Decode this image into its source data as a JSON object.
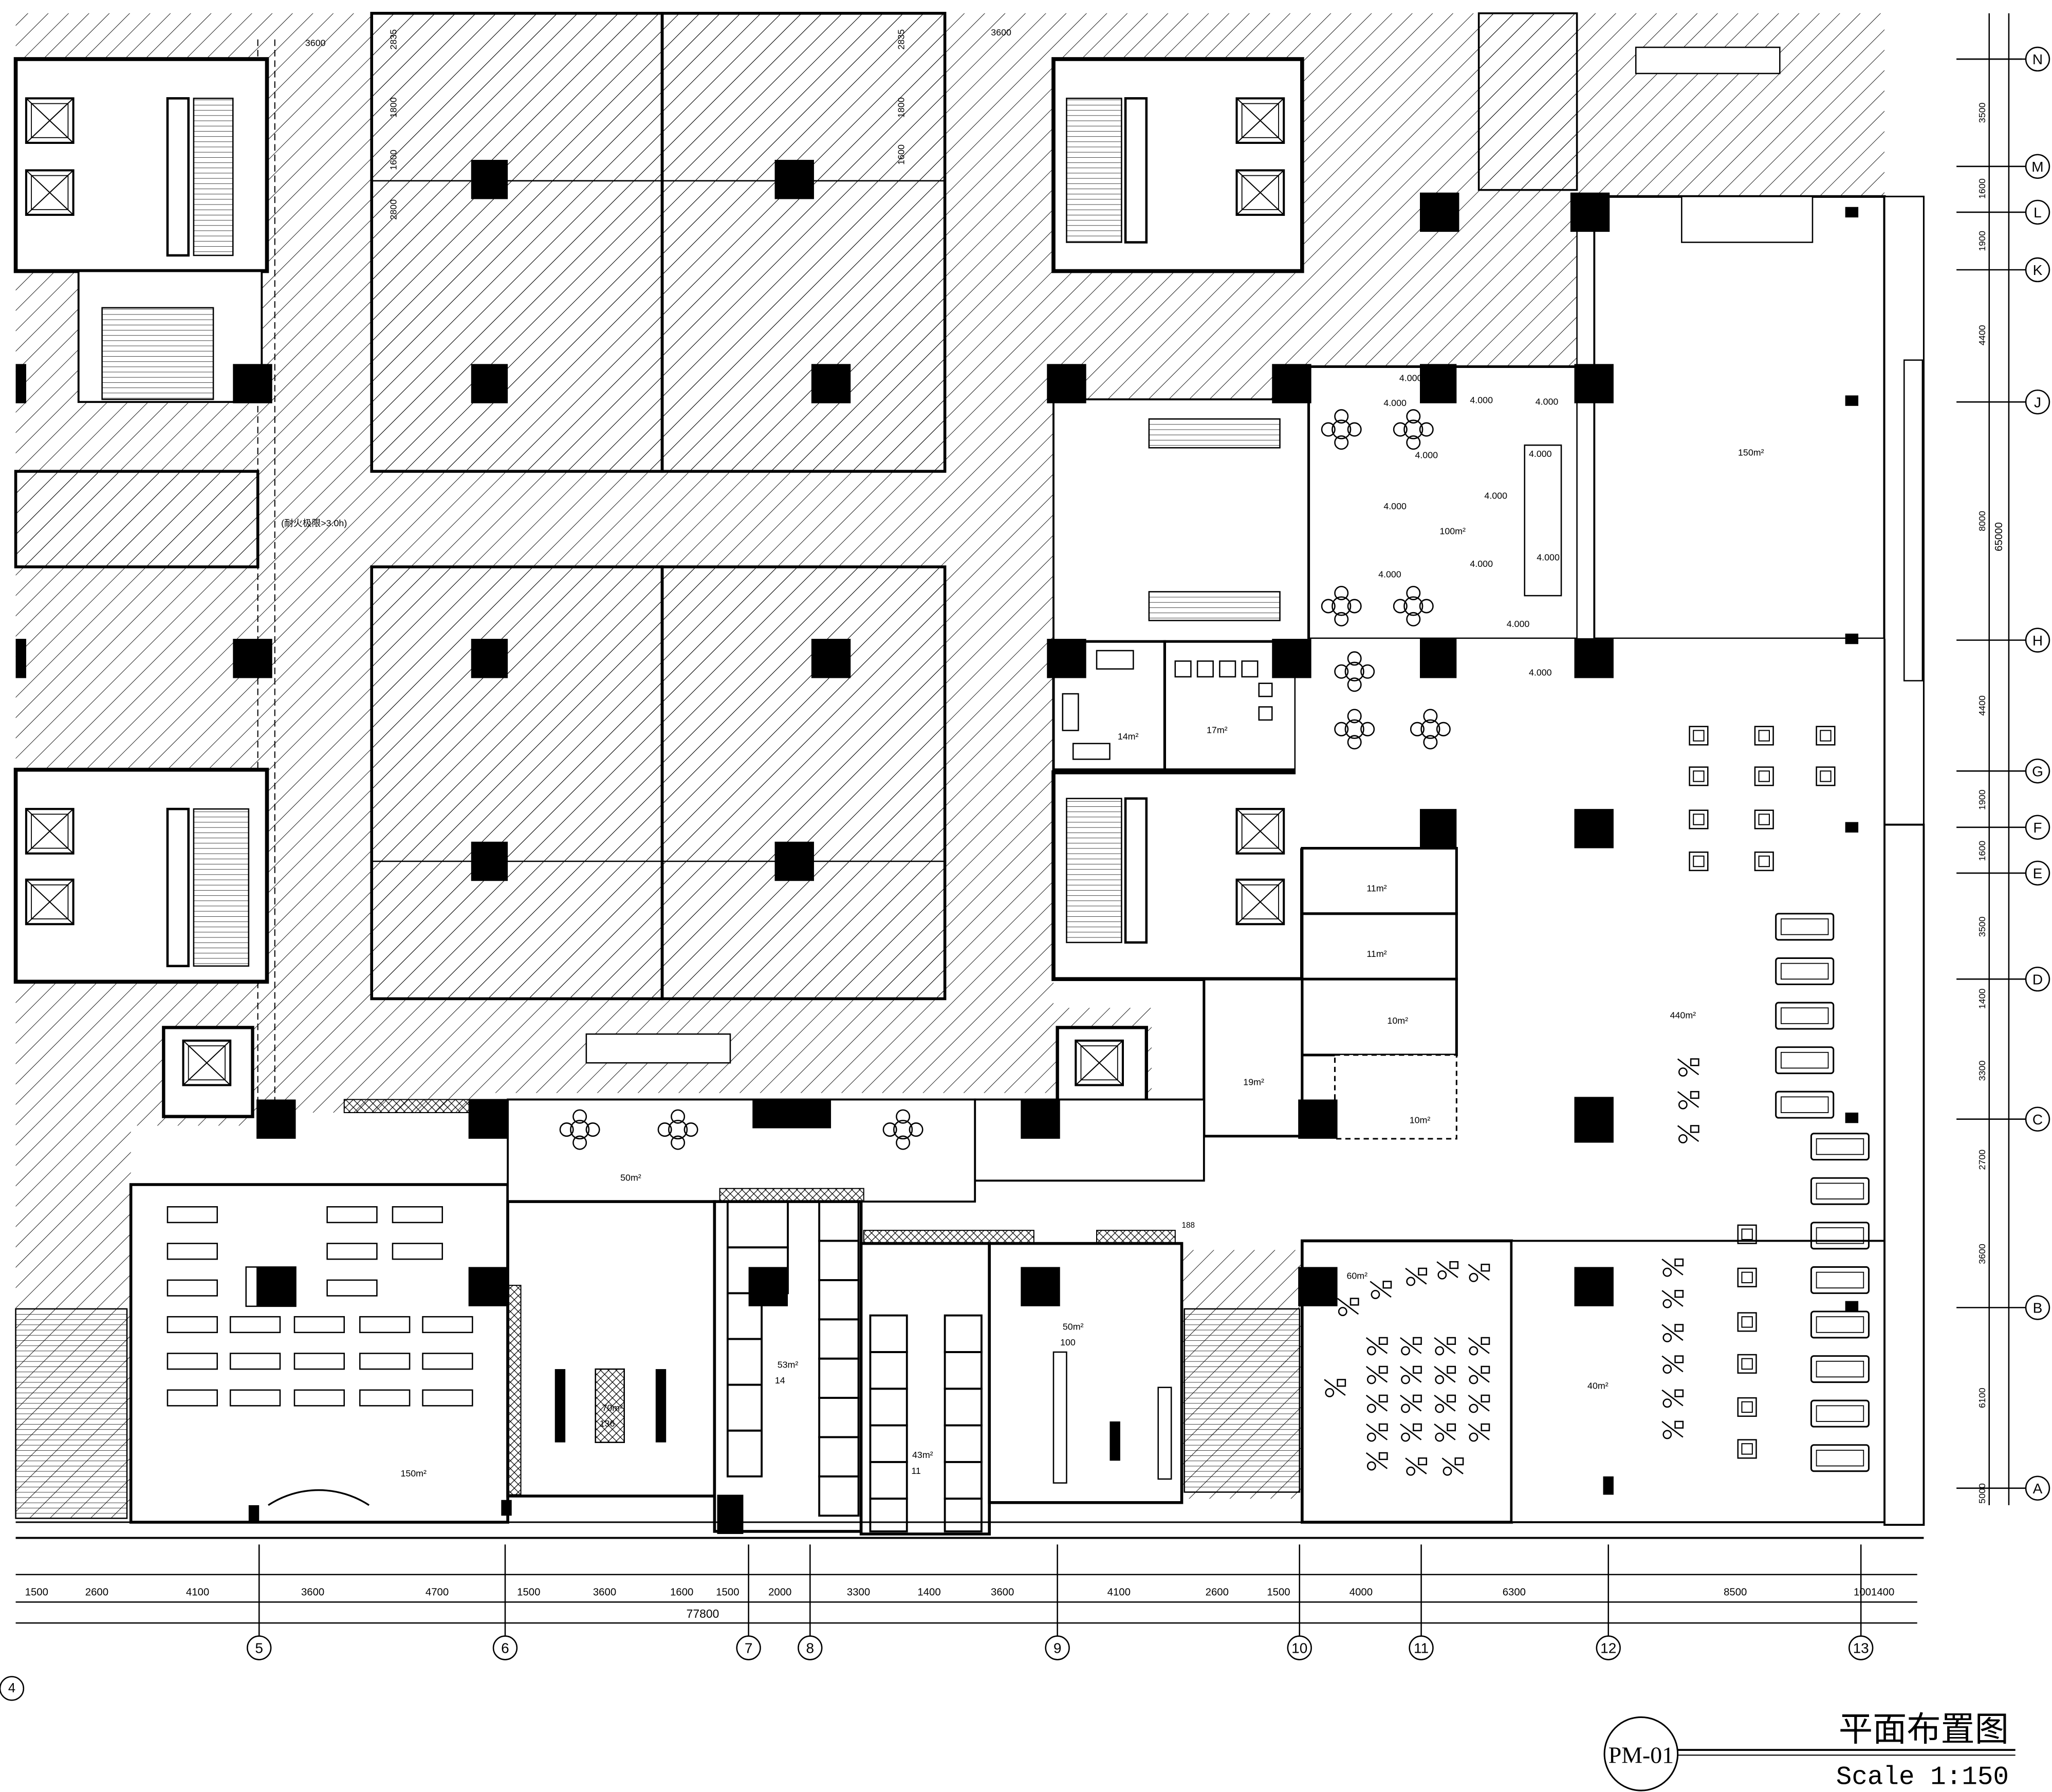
{
  "drawing": {
    "title": "平面布置图",
    "scale": "Scale 1:150",
    "sheet_number": "PM-01",
    "overall_dimension": "77800",
    "vertical_overall_dimension": "65000",
    "partial_column_label": "4"
  },
  "grid_rows": [
    "N",
    "M",
    "L",
    "K",
    "J",
    "H",
    "G",
    "F",
    "E",
    "D",
    "C",
    "B",
    "A"
  ],
  "row_spacings": [
    "3500",
    "1600",
    "1900",
    "4400",
    "8000",
    "4400",
    "1900",
    "1600",
    "3500",
    "1400",
    "3300",
    "2700",
    "3600",
    "6100",
    "5000"
  ],
  "grid_cols": [
    "5",
    "6",
    "7",
    "8",
    "9",
    "10",
    "11",
    "12",
    "13"
  ],
  "bottom_dimensions": [
    "1500",
    "2600",
    "4100",
    "3600",
    "4700",
    "1500",
    "3600",
    "1600",
    "1500",
    "2000",
    "3300",
    "1400",
    "3600",
    "4100",
    "2600",
    "1500",
    "4000",
    "6300",
    "8500",
    "1001400"
  ],
  "top_dimensions": [
    "3600",
    "3600",
    "2835",
    "1800",
    "1600",
    "2800",
    "2835",
    "1800",
    "1600"
  ],
  "fire_note": "(耐火极限>3.0h)",
  "rooms": [
    {
      "area": "150m²",
      "capacity": ""
    },
    {
      "area": "100m²",
      "capacity": ""
    },
    {
      "area": "14m²",
      "capacity": ""
    },
    {
      "area": "17m²",
      "capacity": ""
    },
    {
      "area": "11m²",
      "capacity": ""
    },
    {
      "area": "11m²",
      "capacity": ""
    },
    {
      "area": "10m²",
      "capacity": ""
    },
    {
      "area": "19m²",
      "capacity": ""
    },
    {
      "area": "10m²",
      "capacity": ""
    },
    {
      "area": "440m²",
      "capacity": ""
    },
    {
      "area": "50m²",
      "capacity": ""
    },
    {
      "area": "150m²",
      "capacity": ""
    },
    {
      "area": "70m²",
      "capacity": "136"
    },
    {
      "area": "53m²",
      "capacity": "14"
    },
    {
      "area": "43m²",
      "capacity": "11"
    },
    {
      "area": "50m²",
      "capacity": "100"
    },
    {
      "area": "60m²",
      "capacity": ""
    },
    {
      "area": "40m²",
      "capacity": ""
    }
  ],
  "level_marks": [
    "4.000",
    "4.000",
    "4.000",
    "4.000",
    "4.000",
    "4.000",
    "4.000",
    "4.000",
    "4.000",
    "4.000",
    "4.000",
    "4.000",
    "4.000"
  ],
  "misc_labels": [
    "188"
  ]
}
